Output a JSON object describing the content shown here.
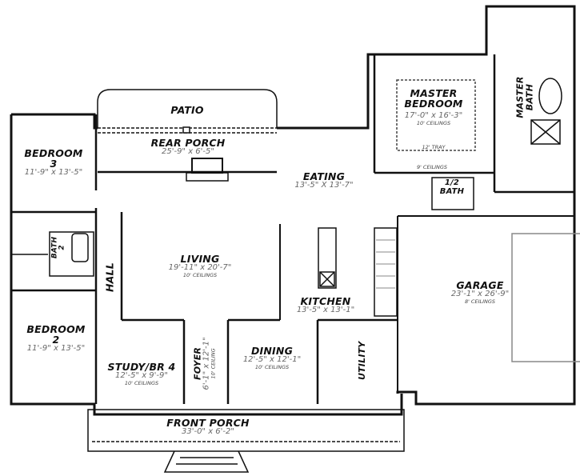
{
  "plan": {
    "rooms": [
      {
        "id": "patio",
        "name": "PATIO",
        "dim": "",
        "ceiling": ""
      },
      {
        "id": "rear-porch",
        "name": "REAR PORCH",
        "dim": "25'-9\" x 6'-5\"",
        "ceiling": ""
      },
      {
        "id": "bedroom-3",
        "name": "BEDROOM\n3",
        "name1": "BEDROOM",
        "name2": "3",
        "dim": "11'-9\" x 13'-5\"",
        "ceiling": ""
      },
      {
        "id": "master-bedroom",
        "name1": "MASTER",
        "name2": "BEDROOM",
        "dim": "17'-0\" x 16'-3\"",
        "ceiling": "10' CEILINGS",
        "tray": "12' TRAY"
      },
      {
        "id": "master-bath",
        "name1": "MASTER",
        "name2": "BATH"
      },
      {
        "id": "eating",
        "name": "EATING",
        "dim": "13'-5\" X 13'-7\""
      },
      {
        "id": "half-bath",
        "name1": "1/2",
        "name2": "BATH"
      },
      {
        "id": "bath-2",
        "name1": "BATH",
        "name2": "2"
      },
      {
        "id": "hall",
        "name": "HALL"
      },
      {
        "id": "living",
        "name": "LIVING",
        "dim": "19'-11\" x 20'-7\"",
        "ceiling": "10' CEILINGS"
      },
      {
        "id": "kitchen",
        "name": "KITCHEN",
        "dim": "13'-5\" x 13'-1\""
      },
      {
        "id": "garage",
        "name": "GARAGE",
        "dim": "23'-1\" x 26'-9\"",
        "ceiling": "8' CEILINGS"
      },
      {
        "id": "bedroom-2",
        "name1": "BEDROOM",
        "name2": "2",
        "dim": "11'-9\" x 13'-5\""
      },
      {
        "id": "study",
        "name": "STUDY/BR 4",
        "dim": "12'-5\" x 9'-9\"",
        "ceiling": "10' CEILINGS"
      },
      {
        "id": "foyer",
        "name": "FOYER",
        "dim": "6'-1\" x 12'-1\"",
        "ceiling": "10' CEILING"
      },
      {
        "id": "dining",
        "name": "DINING",
        "dim": "12'-5\" x 12'-1\"",
        "ceiling": "10' CEILINGS"
      },
      {
        "id": "utility",
        "name": "UTILITY"
      },
      {
        "id": "front-porch",
        "name": "FRONT PORCH",
        "dim": "33'-0\" x 6'-2\""
      }
    ],
    "notes": {
      "nine_ceilings": "9' CEILINGS"
    },
    "colors": {
      "wall": "#111111",
      "fixture": "#888888",
      "text": "#111111",
      "dim": "#666666"
    }
  }
}
